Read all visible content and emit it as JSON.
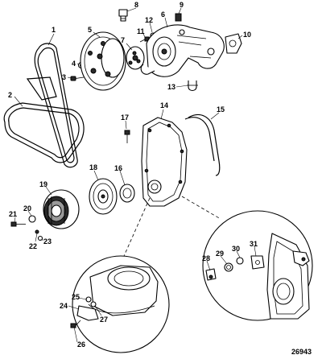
{
  "drawing_number": "26943",
  "callouts": [
    "1",
    "2",
    "3",
    "4",
    "5",
    "6",
    "7",
    "8",
    "9",
    "10",
    "11",
    "12",
    "13",
    "14",
    "15",
    "16",
    "17",
    "18",
    "19",
    "20",
    "21",
    "22",
    "23",
    "24",
    "25",
    "26",
    "27",
    "28",
    "29",
    "30",
    "31"
  ]
}
